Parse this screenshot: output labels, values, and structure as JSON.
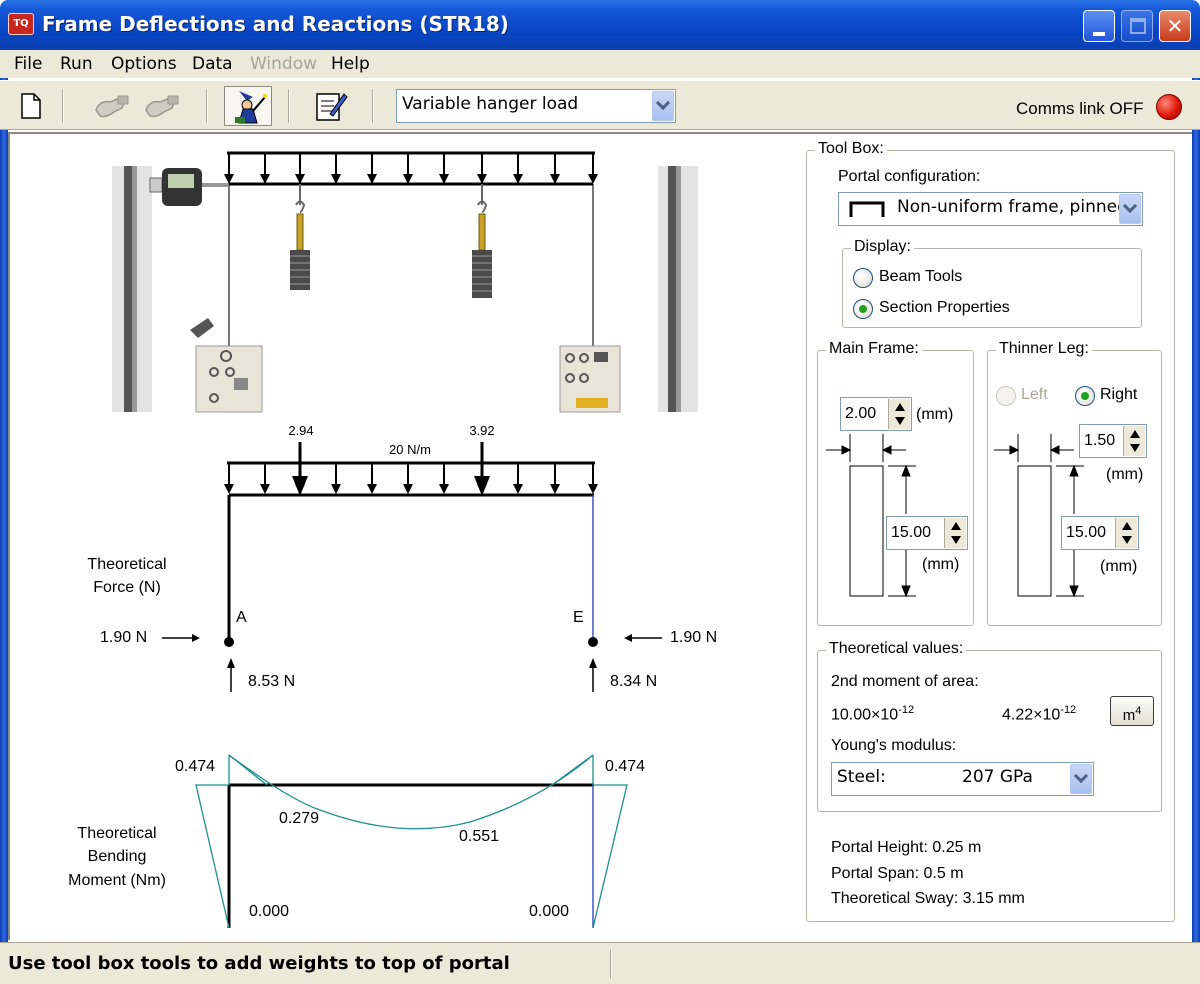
{
  "window": {
    "title": "Frame Deflections and Reactions (STR18)",
    "app_icon": "TQ",
    "controls": {
      "minimize": "minimize-icon",
      "maximize": "maximize-icon",
      "close": "✕"
    }
  },
  "menu": [
    {
      "label": "File",
      "enabled": true
    },
    {
      "label": "Run",
      "enabled": true
    },
    {
      "label": "Options",
      "enabled": true
    },
    {
      "label": "Data",
      "enabled": true
    },
    {
      "label": "Window",
      "enabled": false
    },
    {
      "label": "Help",
      "enabled": true
    }
  ],
  "toolbar": {
    "icons": [
      "new-document-icon",
      "connect-icon",
      "disconnect-icon",
      "wizard-icon",
      "notepad-icon"
    ],
    "mode_select": "Variable hanger load",
    "comms_label": "Comms link OFF",
    "comms_led_color": "#e0160a"
  },
  "diagram": {
    "load_label": "20 N/m",
    "hanger_loads": [
      "2.94",
      "3.92"
    ],
    "side_caption_force": [
      "Theoretical",
      "Force (N)"
    ],
    "support_a": {
      "label": "A",
      "horizontal": "1.90 N",
      "vertical": "8.53 N"
    },
    "support_e": {
      "label": "E",
      "horizontal": "1.90 N",
      "vertical": "8.34 N"
    },
    "moment_caption": [
      "Theoretical",
      "Bending",
      "Moment (Nm)"
    ],
    "moments": {
      "top_left": "0.474",
      "top_right": "0.474",
      "mid_left": "0.279",
      "mid_right": "0.551",
      "base_left": "0.000",
      "base_right": "0.000"
    },
    "colors": {
      "frame": "#000000",
      "right_leg": "#3a56c8",
      "moment_curve": "#1f8f8f"
    }
  },
  "toolbox": {
    "title": "Tool Box:",
    "portal_label": "Portal configuration:",
    "portal_value": "Non-uniform frame, pinned",
    "display_title": "Display:",
    "display_options": [
      {
        "label": "Beam Tools",
        "checked": false
      },
      {
        "label": "Section Properties",
        "checked": true
      }
    ],
    "main_frame": {
      "title": "Main Frame:",
      "width": "2.00",
      "width_unit": "(mm)",
      "depth": "15.00",
      "depth_unit": "(mm)"
    },
    "thinner_leg": {
      "title": "Thinner Leg:",
      "options": [
        {
          "label": "Left",
          "checked": false,
          "enabled": false
        },
        {
          "label": "Right",
          "checked": true,
          "enabled": true
        }
      ],
      "width": "1.50",
      "width_unit": "(mm)",
      "depth": "15.00",
      "depth_unit": "(mm)"
    },
    "theoretical": {
      "title": "Theoretical values:",
      "moment_label": "2nd moment of area:",
      "moment_main": "10.00×10",
      "moment_main_exp": "-12",
      "moment_leg": "4.22×10",
      "moment_leg_exp": "-12",
      "unit_button": "m",
      "unit_button_exp": "4",
      "youngs_label": "Young's modulus:",
      "material": "Steel:",
      "modulus": "207 GPa"
    },
    "portal_height": "Portal Height: 0.25 m",
    "portal_span": "Portal Span: 0.5 m",
    "sway": "Theoretical Sway: 3.15 mm"
  },
  "status": {
    "message": "Use tool box tools to add weights to top of portal"
  }
}
